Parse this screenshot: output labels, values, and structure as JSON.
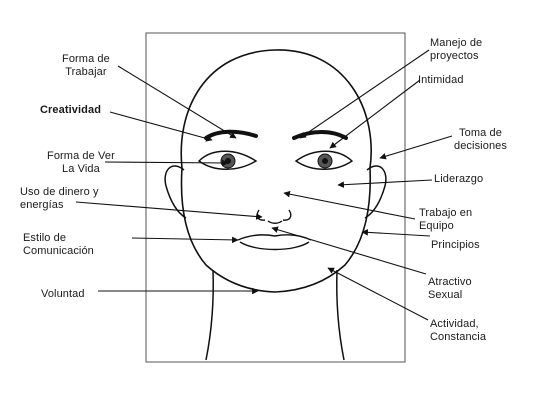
{
  "diagram": {
    "labels": {
      "forma_de_trabajar": "Forma de\nTrabajar",
      "creatividad": "Creatividad",
      "forma_de_ver_la_vida": "Forma de Ver\nLa Vida",
      "uso_de_dinero": "Uso de dinero y\nenergías",
      "estilo_de_comunicacion": "Estilo de\nComunicación",
      "voluntad": "Voluntad",
      "manejo_de_proyectos": "Manejo de\nproyectos",
      "intimidad": "Intimidad",
      "toma_de_decisiones": "Toma de\ndecisiones",
      "liderazgo": "Liderazgo",
      "trabajo_en_equipo": "Trabajo en\nEquipo",
      "principios": "Principios",
      "atractivo_sexual": "Atractivo\nSexual",
      "actividad_constancia": "Actividad,\nConstancia"
    }
  }
}
